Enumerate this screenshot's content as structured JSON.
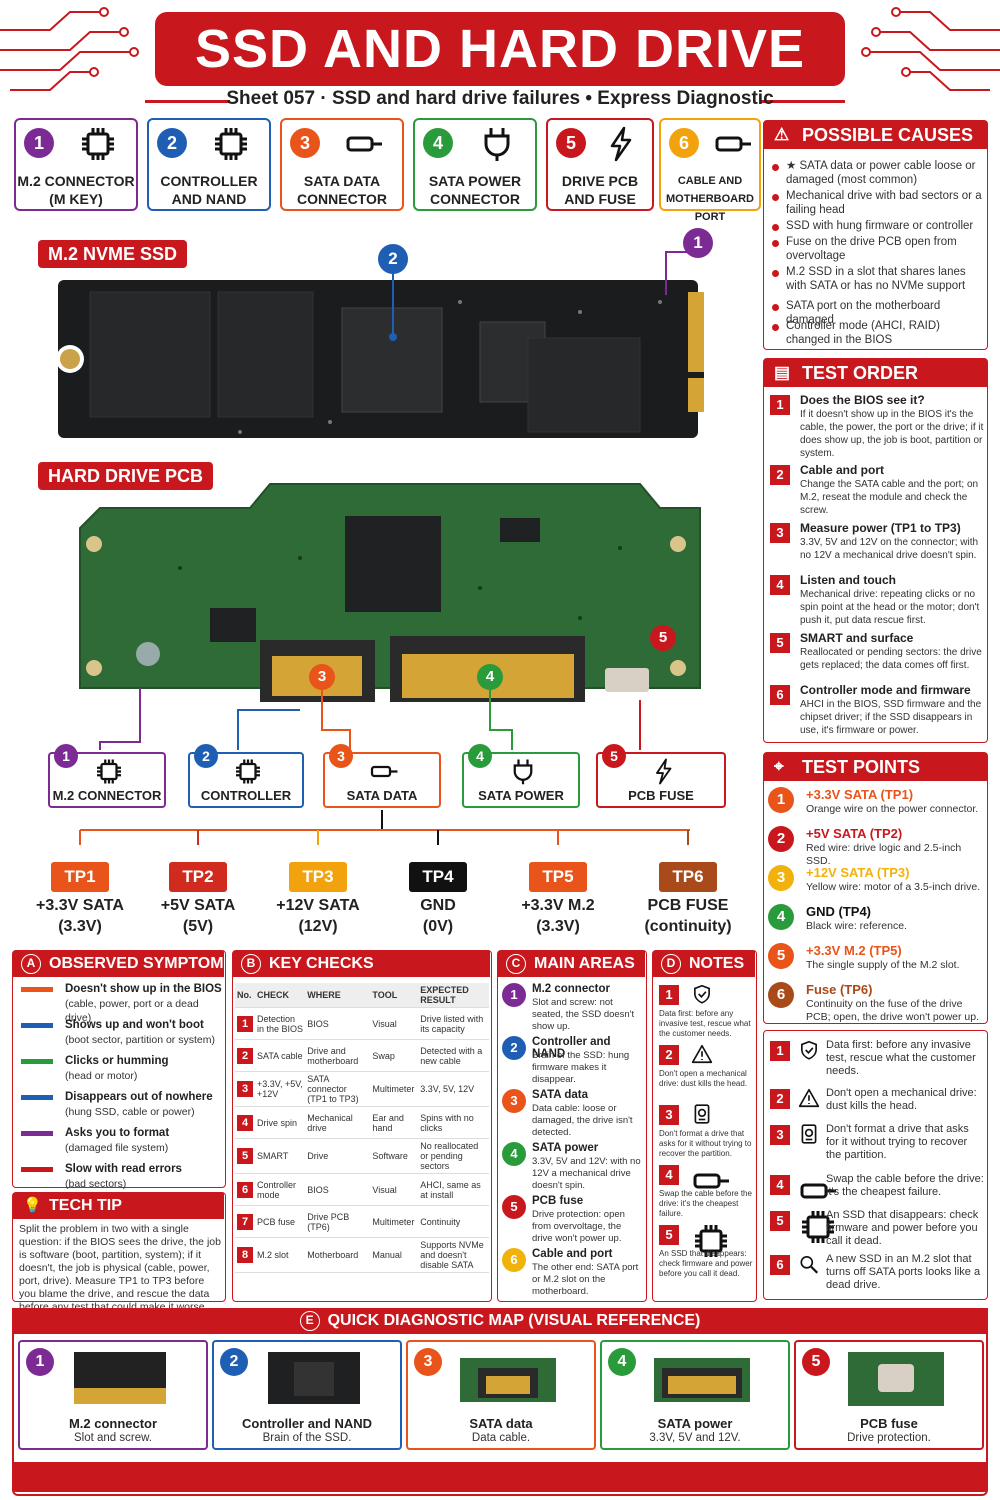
{
  "title": "SSD AND HARD DRIVE",
  "subtitle": "Sheet 057 · SSD and hard drive failures  •  Express Diagnostic",
  "components": [
    {
      "num": "1",
      "label1": "M.2 CONNECTOR",
      "label2": "(M KEY)",
      "color": "#7b2b93",
      "icon": "chip-icon"
    },
    {
      "num": "2",
      "label1": "CONTROLLER",
      "label2": "AND NAND",
      "color": "#1f5fb3",
      "icon": "chip-icon"
    },
    {
      "num": "3",
      "label1": "SATA DATA",
      "label2": "CONNECTOR",
      "color": "#e8541a",
      "icon": "cable-icon"
    },
    {
      "num": "4",
      "label1": "SATA POWER",
      "label2": "CONNECTOR",
      "color": "#2a9b3a",
      "icon": "plug-icon"
    },
    {
      "num": "5",
      "label1": "DRIVE PCB",
      "label2": "AND FUSE",
      "color": "#c8181e",
      "icon": "bolt-icon"
    },
    {
      "num": "6",
      "label1": "CABLE AND",
      "label2": "MOTHERBOARD PORT",
      "color": "#f2a20c",
      "icon": "cable-icon"
    }
  ],
  "m2_label": "M.2 NVME SSD",
  "hdd_label": "HARD DRIVE PCB",
  "board_markers": {
    "m2_connector": "1",
    "m2_controller": "2",
    "hdd_sata_data": "3",
    "hdd_sata_power": "4",
    "hdd_fuse": "5"
  },
  "board_labels": [
    {
      "num": "1",
      "text": "M.2 CONNECTOR",
      "color": "#7b2b93",
      "icon": "chip-icon"
    },
    {
      "num": "2",
      "text": "CONTROLLER",
      "color": "#1f5fb3",
      "icon": "chip-icon"
    },
    {
      "num": "3",
      "text": "SATA DATA",
      "color": "#e8541a",
      "icon": "cable-icon"
    },
    {
      "num": "4",
      "text": "SATA POWER",
      "color": "#2a9b3a",
      "icon": "plug-icon"
    },
    {
      "num": "5",
      "text": "PCB FUSE",
      "color": "#c8181e",
      "icon": "bolt-icon"
    }
  ],
  "test_points": [
    {
      "id": "TP1",
      "line1": "+3.3V SATA",
      "line2": "(3.3V)",
      "color": "#e8541a"
    },
    {
      "id": "TP2",
      "line1": "+5V SATA",
      "line2": "(5V)",
      "color": "#d12a1e"
    },
    {
      "id": "TP3",
      "line1": "+12V SATA",
      "line2": "(12V)",
      "color": "#f2a20c"
    },
    {
      "id": "TP4",
      "line1": "GND",
      "line2": "(0V)",
      "color": "#111111"
    },
    {
      "id": "TP5",
      "line1": "+3.3V M.2",
      "line2": "(3.3V)",
      "color": "#e8541a"
    },
    {
      "id": "TP6",
      "line1": "PCB FUSE",
      "line2": "(continuity)",
      "color": "#a84a1a"
    }
  ],
  "causes": {
    "title": "POSSIBLE CAUSES",
    "items": [
      "★ SATA data or power cable loose or damaged (most common)",
      "Mechanical drive with bad sectors or a failing head",
      "SSD with hung firmware or controller",
      "Fuse on the drive PCB open from overvoltage",
      "M.2 SSD in a slot that shares lanes with SATA or has no NVMe support",
      "SATA port on the motherboard damaged",
      "Controller mode (AHCI, RAID) changed in the BIOS"
    ]
  },
  "order": {
    "title": "TEST ORDER",
    "items": [
      {
        "t": "Does the BIOS see it?",
        "d": "If it doesn't show up in the BIOS it's the cable, the power, the port or the drive; if it does show up, the job is boot, partition or system."
      },
      {
        "t": "Cable and port",
        "d": "Change the SATA cable and the port; on M.2, reseat the module and check the screw."
      },
      {
        "t": "Measure power (TP1 to TP3)",
        "d": "3.3V, 5V and 12V on the connector; with no 12V a mechanical drive doesn't spin."
      },
      {
        "t": "Listen and touch",
        "d": "Mechanical drive: repeating clicks or no spin point at the head or the motor; don't push it, put data rescue first."
      },
      {
        "t": "SMART and surface",
        "d": "Reallocated or pending sectors: the drive gets replaced; the data comes off first."
      },
      {
        "t": "Controller mode and firmware",
        "d": "AHCI in the BIOS, SSD firmware and the chipset driver; if the SSD disappears in use, it's firmware or power."
      }
    ]
  },
  "tps": {
    "title": "TEST POINTS",
    "items": [
      {
        "t": "+3.3V SATA (TP1)",
        "d": "Orange wire on the power connector.",
        "color": "#e8541a"
      },
      {
        "t": "+5V SATA (TP2)",
        "d": "Red wire: drive logic and 2.5-inch SSD.",
        "color": "#c8181e"
      },
      {
        "t": "+12V SATA (TP3)",
        "d": "Yellow wire: motor of a 3.5-inch drive.",
        "color": "#f2b20c"
      },
      {
        "t": "GND (TP4)",
        "d": "Black wire: reference.",
        "color": "#2a9b3a"
      },
      {
        "t": "+3.3V M.2 (TP5)",
        "d": "The single supply of the M.2 slot.",
        "color": "#e8541a"
      },
      {
        "t": "Fuse (TP6)",
        "d": "Continuity on the fuse of the drive PCB; open, the drive won't power up.",
        "color": "#a84a1a"
      }
    ]
  },
  "safety": [
    {
      "icon": "shield-icon",
      "text": "Data first: before any invasive test, rescue what the customer needs."
    },
    {
      "icon": "warning-icon",
      "text": "Don't open a mechanical drive: dust kills the head."
    },
    {
      "icon": "drive-icon",
      "text": "Don't format a drive that asks for it without trying to recover the partition."
    },
    {
      "icon": "cable-icon",
      "text": "Swap the cable before the drive: it's the cheapest failure."
    },
    {
      "icon": "chip-icon",
      "text": "An SSD that disappears: check firmware and power before you call it dead."
    },
    {
      "icon": "magnifier-icon",
      "text": "A new SSD in an M.2 slot that turns off SATA ports looks like a dead drive."
    }
  ],
  "symptom": {
    "badge": "A",
    "title": "OBSERVED SYMPTOM",
    "items": [
      {
        "t": "Doesn't show up in the BIOS",
        "d": "(cable, power, port or a dead drive)",
        "color": "#e8541a"
      },
      {
        "t": "Shows up and won't boot",
        "d": "(boot sector, partition or system)",
        "color": "#1f5fb3"
      },
      {
        "t": "Clicks or humming",
        "d": "(head or motor)",
        "color": "#2a9b3a"
      },
      {
        "t": "Disappears out of nowhere",
        "d": "(hung SSD, cable or power)",
        "color": "#1f5fb3"
      },
      {
        "t": "Asks you to format",
        "d": "(damaged file system)",
        "color": "#7b2b93"
      },
      {
        "t": "Slow with read errors",
        "d": "(bad sectors)",
        "color": "#c8181e"
      }
    ]
  },
  "tip": {
    "title": "TECH TIP",
    "text": "Split the problem in two with a single question: if the BIOS sees the drive, the job is software (boot, partition, system); if it doesn't, the job is physical (cable, power, port, drive). Measure TP1 to TP3 before you blame the drive, and rescue the data before any test that could make it worse."
  },
  "checks": {
    "badge": "B",
    "title": "KEY CHECKS",
    "headers": [
      "No.",
      "CHECK",
      "WHERE",
      "TOOL",
      "EXPECTED RESULT"
    ],
    "rows": [
      [
        "1",
        "Detection in the BIOS",
        "BIOS",
        "Visual",
        "Drive listed with its capacity"
      ],
      [
        "2",
        "SATA cable",
        "Drive and motherboard",
        "Swap",
        "Detected with a new cable"
      ],
      [
        "3",
        "+3.3V, +5V, +12V",
        "SATA connector (TP1 to TP3)",
        "Multimeter",
        "3.3V, 5V, 12V"
      ],
      [
        "4",
        "Drive spin",
        "Mechanical drive",
        "Ear and hand",
        "Spins with no clicks"
      ],
      [
        "5",
        "SMART",
        "Drive",
        "Software",
        "No reallocated or pending sectors"
      ],
      [
        "6",
        "Controller mode",
        "BIOS",
        "Visual",
        "AHCI, same as at install"
      ],
      [
        "7",
        "PCB fuse",
        "Drive PCB (TP6)",
        "Multimeter",
        "Continuity"
      ],
      [
        "8",
        "M.2 slot",
        "Motherboard",
        "Manual",
        "Supports NVMe and doesn't disable SATA"
      ]
    ]
  },
  "areas": {
    "badge": "C",
    "title": "MAIN AREAS",
    "items": [
      {
        "t": "M.2 connector",
        "d": "Slot and screw: not seated, the SSD doesn't show up.",
        "color": "#7b2b93"
      },
      {
        "t": "Controller and NAND",
        "d": "Brain of the SSD: hung firmware makes it disappear.",
        "color": "#1f5fb3"
      },
      {
        "t": "SATA data",
        "d": "Data cable: loose or damaged, the drive isn't detected.",
        "color": "#e8541a"
      },
      {
        "t": "SATA power",
        "d": "3.3V, 5V and 12V: with no 12V a mechanical drive doesn't spin.",
        "color": "#2a9b3a"
      },
      {
        "t": "PCB fuse",
        "d": "Drive protection: open from overvoltage, the drive won't power up.",
        "color": "#c8181e"
      },
      {
        "t": "Cable and port",
        "d": "The other end: SATA port or M.2 slot on the motherboard.",
        "color": "#f2b20c"
      }
    ]
  },
  "notes": {
    "badge": "D",
    "title": "NOTES",
    "items": [
      {
        "icon": "shield-icon",
        "text": "Data first: before any invasive test, rescue what the customer needs."
      },
      {
        "icon": "warning-icon",
        "text": "Don't open a mechanical drive: dust kills the head."
      },
      {
        "icon": "drive-icon",
        "text": "Don't format a drive that asks for it without trying to recover the partition."
      },
      {
        "icon": "cable-icon",
        "text": "Swap the cable before the drive: it's the cheapest failure."
      },
      {
        "icon": "chip-icon",
        "text": "An SSD that disappears: check firmware and power before you call it dead."
      }
    ]
  },
  "map": {
    "badge": "E",
    "title": "QUICK DIAGNOSTIC MAP (VISUAL REFERENCE)",
    "items": [
      {
        "num": "1",
        "t": "M.2 connector",
        "d": "Slot and screw.",
        "color": "#7b2b93"
      },
      {
        "num": "2",
        "t": "Controller and NAND",
        "d": "Brain of the SSD.",
        "color": "#1f5fb3"
      },
      {
        "num": "3",
        "t": "SATA data",
        "d": "Data cable.",
        "color": "#e8541a"
      },
      {
        "num": "4",
        "t": "SATA power",
        "d": "3.3V, 5V and 12V.",
        "color": "#2a9b3a"
      },
      {
        "num": "5",
        "t": "PCB fuse",
        "d": "Drive protection.",
        "color": "#c8181e"
      }
    ]
  }
}
